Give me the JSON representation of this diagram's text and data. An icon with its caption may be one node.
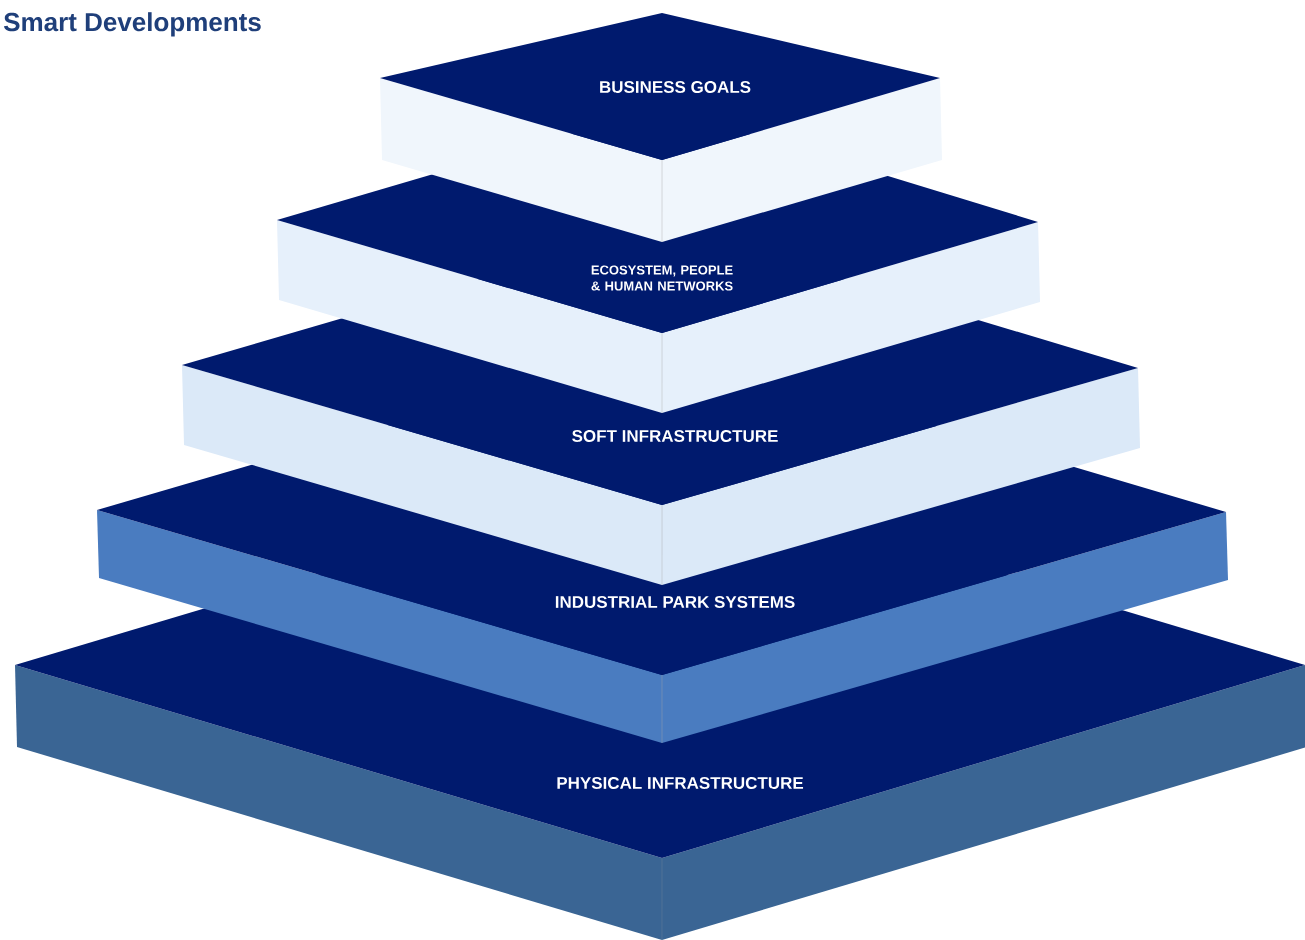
{
  "diagram": {
    "title": "Smart Developments",
    "nodes": [
      {
        "text": [
          "BUSINESS GOALS"
        ]
      },
      {
        "text": [
          "ECOSYSTEM, PEOPLE & HUMAN NETWORKS"
        ]
      },
      {
        "text": [
          "SOFT INFRASTRUCTURE"
        ]
      },
      {
        "text": [
          "INDUSTRIAL PARK SYSTEMS"
        ]
      },
      {
        "text": [
          "PHYSICAL INFRASTRUCTURE"
        ]
      }
    ]
  }
}
